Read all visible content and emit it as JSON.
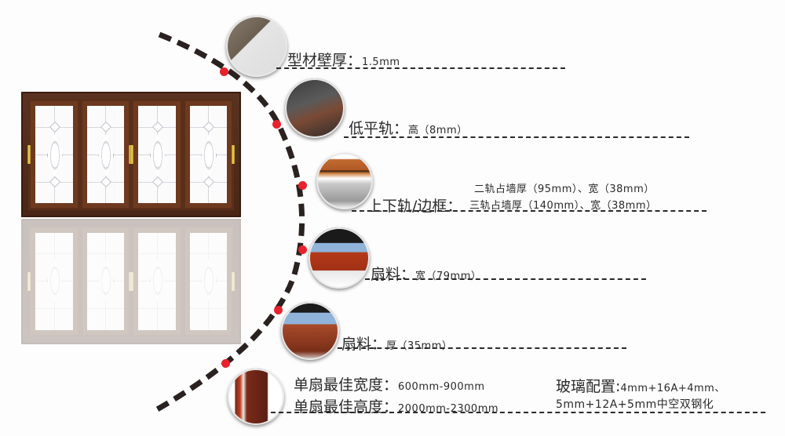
{
  "colors": {
    "background": "#fdfdfd",
    "text": "#2a2a2a",
    "dash": "#2a2a2a",
    "arc": "#2a2220",
    "marker": "#e8212b",
    "frame": "#5a3220",
    "handle": "#f3d45a"
  },
  "product": {
    "name": "sliding-window-4-panel",
    "panels": 4,
    "reflection": true
  },
  "specs": [
    {
      "label": "型材壁厚：",
      "value": "1.5mm",
      "thumbnail": "caliper-measuring-profile-wall"
    },
    {
      "label": "低平轨：",
      "value": "高（8mm）",
      "thumbnail": "caliper-measuring-low-track"
    },
    {
      "label": "上下轨/边框：",
      "value_line1": "二轨占墙厚（95mm）、宽（38mm）",
      "value_line2": "三轨占墙厚（140mm）、宽（38mm）",
      "thumbnail": "rail-frame-profiles"
    },
    {
      "label": "扇料：",
      "value": "宽（79mm）",
      "thumbnail": "caliper-measuring-sash-width"
    },
    {
      "label": "扇料：",
      "value": "厚（35mm）",
      "thumbnail": "caliper-measuring-sash-thickness"
    },
    {
      "label1": "单扇最佳宽度：",
      "value1": "600mm-900mm",
      "label2": "单扇最佳高度：",
      "value2": "2000mm-2300mm",
      "thumbnail": "sash-profile-cross-section"
    },
    {
      "label": "玻璃配置:",
      "value_line1": "4mm+16A+4mm、",
      "value_line2": "5mm+12A+5mm中空双钢化"
    }
  ]
}
